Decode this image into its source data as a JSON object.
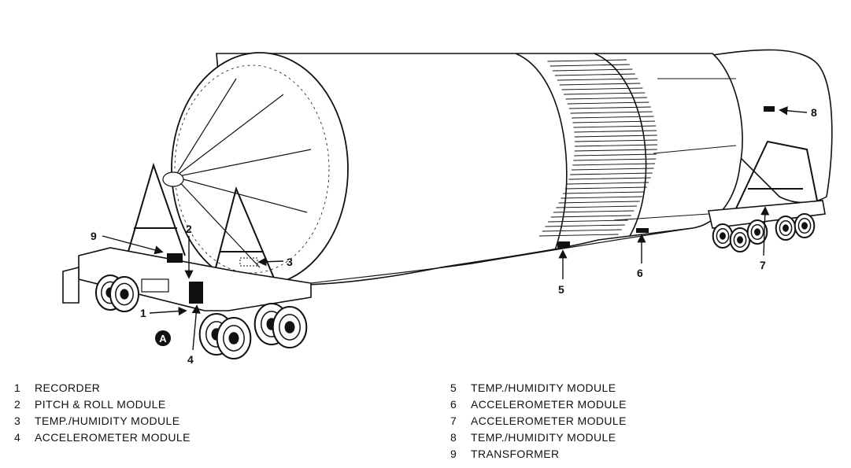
{
  "colors": {
    "ink": "#111111",
    "paper": "#ffffff"
  },
  "callouts": [
    {
      "id": "1",
      "label": "1"
    },
    {
      "id": "2",
      "label": "2"
    },
    {
      "id": "3",
      "label": "3"
    },
    {
      "id": "4",
      "label": "4"
    },
    {
      "id": "5",
      "label": "5"
    },
    {
      "id": "6",
      "label": "6"
    },
    {
      "id": "7",
      "label": "7"
    },
    {
      "id": "8",
      "label": "8"
    },
    {
      "id": "9",
      "label": "9"
    }
  ],
  "marker": {
    "label": "A"
  },
  "legend": {
    "left": [
      {
        "num": "1",
        "text": "RECORDER"
      },
      {
        "num": "2",
        "text": "PITCH & ROLL MODULE"
      },
      {
        "num": "3",
        "text": "TEMP./HUMIDITY MODULE"
      },
      {
        "num": "4",
        "text": "ACCELEROMETER MODULE"
      }
    ],
    "right": [
      {
        "num": "5",
        "text": "TEMP./HUMIDITY MODULE"
      },
      {
        "num": "6",
        "text": "ACCELEROMETER MODULE"
      },
      {
        "num": "7",
        "text": "ACCELEROMETER MODULE"
      },
      {
        "num": "8",
        "text": "TEMP./HUMIDITY MODULE"
      },
      {
        "num": "9",
        "text": "TRANSFORMER"
      }
    ]
  }
}
